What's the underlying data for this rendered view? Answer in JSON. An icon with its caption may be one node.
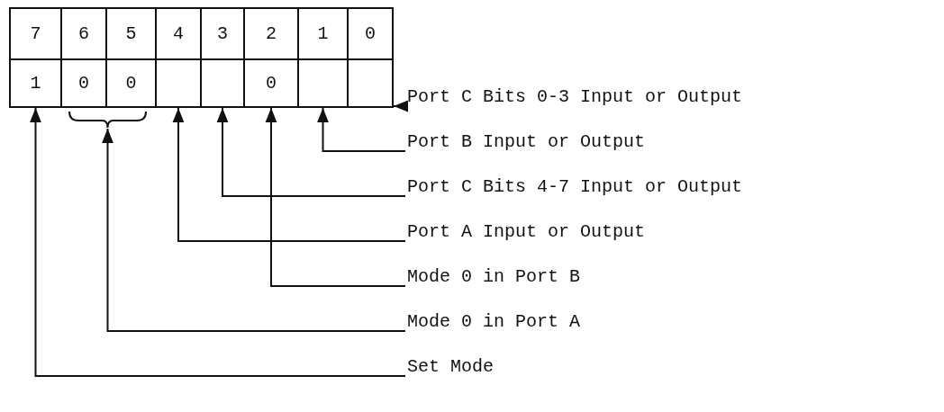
{
  "diagram": {
    "nodes": [
      {
        "text": [
          "7"
        ]
      },
      {
        "text": [
          "6"
        ]
      },
      {
        "text": [
          "5"
        ]
      },
      {
        "text": [
          "4"
        ]
      },
      {
        "text": [
          "3"
        ]
      },
      {
        "text": [
          "2"
        ]
      },
      {
        "text": [
          "1"
        ]
      },
      {
        "text": [
          "0"
        ]
      },
      {
        "text": [
          "1"
        ]
      },
      {
        "text": [
          "0"
        ]
      },
      {
        "text": [
          "0"
        ]
      },
      {
        "text": [],
        "shape": "box"
      },
      {
        "text": [],
        "shape": "box"
      },
      {
        "text": [
          "0"
        ]
      },
      {
        "text": [],
        "shape": "box"
      },
      {
        "text": [],
        "shape": "box"
      },
      {
        "text": [],
        "shape": "brace"
      },
      {
        "text": [
          "Port C Bits 0-3 Input or Output"
        ]
      },
      {
        "text": [
          "Port B Input or Output"
        ]
      },
      {
        "text": [
          "Port C Bits 4-7 Input or Output"
        ]
      },
      {
        "text": [
          "Port A Input or Output"
        ]
      },
      {
        "text": [
          "Mode 0 in Port B"
        ]
      },
      {
        "text": [
          "Mode 0 in Port A"
        ]
      },
      {
        "text": [
          "Set Mode"
        ]
      }
    ],
    "edges": [
      {
        "from": 17,
        "to": 15,
        "arrow": "to"
      },
      {
        "from": 18,
        "to": 14,
        "arrow": "to"
      },
      {
        "from": 19,
        "to": 12,
        "arrow": "to"
      },
      {
        "from": 20,
        "to": 11,
        "arrow": "to"
      },
      {
        "from": 21,
        "to": 13,
        "arrow": "to"
      },
      {
        "from": 22,
        "to": 16,
        "arrow": "to"
      },
      {
        "from": 23,
        "to": 8,
        "arrow": "to"
      }
    ]
  }
}
